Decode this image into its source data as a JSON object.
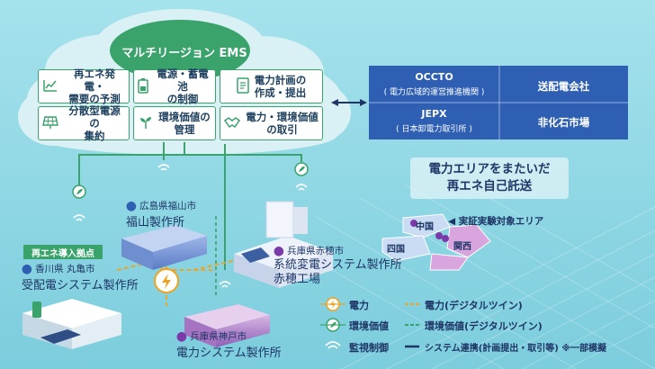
{
  "ems": {
    "title": "マルチリージョン EMS",
    "boxes": [
      {
        "label": "再エネ発電・\n需要の予測",
        "icon": "forecast-chart-icon"
      },
      {
        "label": "電源・蓄電池\nの制御",
        "icon": "battery-icon"
      },
      {
        "label": "電力計画の\n作成・提出",
        "icon": "document-icon"
      },
      {
        "label": "分散型電源の\n集約",
        "icon": "solar-panel-icon"
      },
      {
        "label": "環境価値の\n管理",
        "icon": "sprout-icon"
      },
      {
        "label": "電力・環境価値\nの取引",
        "icon": "handshake-icon"
      }
    ]
  },
  "partners": {
    "occto_title": "OCCTO",
    "occto_sub": "( 電力広域的運営推進機関 )",
    "jepx_title": "JEPX",
    "jepx_sub": "( 日本卸電力取引所 )",
    "right_top": "送配電会社",
    "right_bottom": "非化石市場"
  },
  "callout": "電力エリアをまたいだ\n再エネ自己託送",
  "map": {
    "legend": "実証実験対象エリア",
    "regions": [
      "中国",
      "四国",
      "関西"
    ]
  },
  "sites": [
    {
      "place": "広島県福山市",
      "name": "福山製作所"
    },
    {
      "place": "兵庫県赤穂市",
      "name": "系統変電システム製作所\n赤穂工場"
    },
    {
      "place": "兵庫県神戸市",
      "name": "電力システム製作所"
    },
    {
      "badge": "再エネ導入拠点",
      "place": "香川県 丸亀市",
      "name": "受配電システム製作所"
    }
  ],
  "legend": {
    "power": "電力",
    "env_value": "環境価値",
    "monitor": "監視制御",
    "power_twin": "電力(デジタルツイン)",
    "env_twin": "環境価値(デジタルツイン)",
    "system_link": "システム連携(計画提出・取引等) ※一部模擬"
  },
  "colors": {
    "power_orange": "#f0a31f",
    "env_green": "#3aa36c",
    "navy": "#1e3566",
    "partner_blue": "#2e5fb2",
    "cloud": "#d9f1f5"
  }
}
